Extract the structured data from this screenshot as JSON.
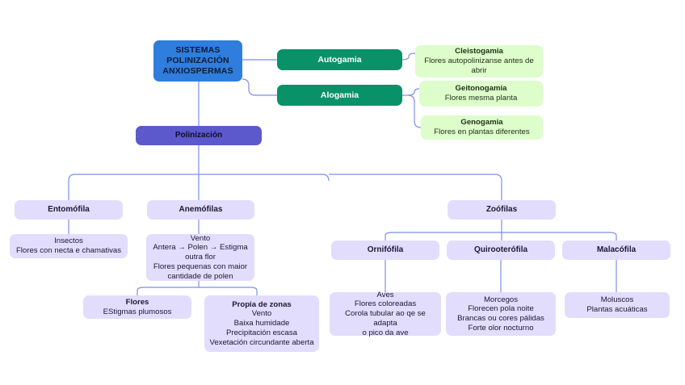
{
  "diagram": {
    "title": "SISTEMAS POLINIZACIÓN ANXIOSPERMAS",
    "background_color": "#ffffff",
    "link_color": "#7b8fe8",
    "palette": {
      "blue": "#2f7ddd",
      "green": "#099168",
      "light_green": "#ddfdcb",
      "violet": "#5b59cb",
      "lavender": "#e2ddfd"
    }
  },
  "nodes": {
    "root": {
      "line1": "SISTEMAS",
      "line2": "POLINIZACIÓN",
      "line3": "ANXIOSPERMAS"
    },
    "autogamia": {
      "label": "Autogamia"
    },
    "alogamia": {
      "label": "Alogamia"
    },
    "cleistogamia": {
      "title": "Cleistogamia",
      "line1": "Flores autopolinizanse antes de",
      "line2": "abrir"
    },
    "geitonogamia": {
      "title": "Geitonogamia",
      "line1": "Flores mesma planta"
    },
    "genogamia": {
      "title": "Genogamia",
      "line1": "Flores en plantas diferentes"
    },
    "polinizacion": {
      "label": "Polinización"
    },
    "entomofila": {
      "label": "Entomófila"
    },
    "entomofila_detail": {
      "line1": "Insectos",
      "line2": "Flores con necta e chamativas"
    },
    "anemofilas": {
      "label": "Anemófilas"
    },
    "anemofilas_detail": {
      "line1": "Vento",
      "line2": "Antera → Polen → Estigma",
      "line3": "outra flor",
      "line4": "Flores pequenas con maior",
      "line5": "cantidade de polen"
    },
    "flores": {
      "title": "Flores",
      "line1": "EStigmas plumosos"
    },
    "propia_de_zonas": {
      "title": "Propia de zonas",
      "line1": "Vento",
      "line2": "Baixa humidade",
      "line3": "Precipitación escasa",
      "line4": "Vexetación circundante aberta"
    },
    "zoofilas": {
      "label": "Zoófilas"
    },
    "ornifofila": {
      "label": "Ornifófila"
    },
    "ornifofila_detail": {
      "line1": "Aves",
      "line2": "Flores coloreadas",
      "line3": "Corola tubular ao qe se adapta",
      "line4": "o pico da ave"
    },
    "quirooterofila": {
      "label": "Quirooterófila"
    },
    "quirooterofila_detail": {
      "line1": "Morcegos",
      "line2": "Florecen pola noite",
      "line3": "Brancas ou cores pálidas",
      "line4": "Forte olor nocturno"
    },
    "malacofila": {
      "label": "Malacófila"
    },
    "malacofila_detail": {
      "line1": "Moluscos",
      "line2": "Plantas acuáticas"
    }
  }
}
